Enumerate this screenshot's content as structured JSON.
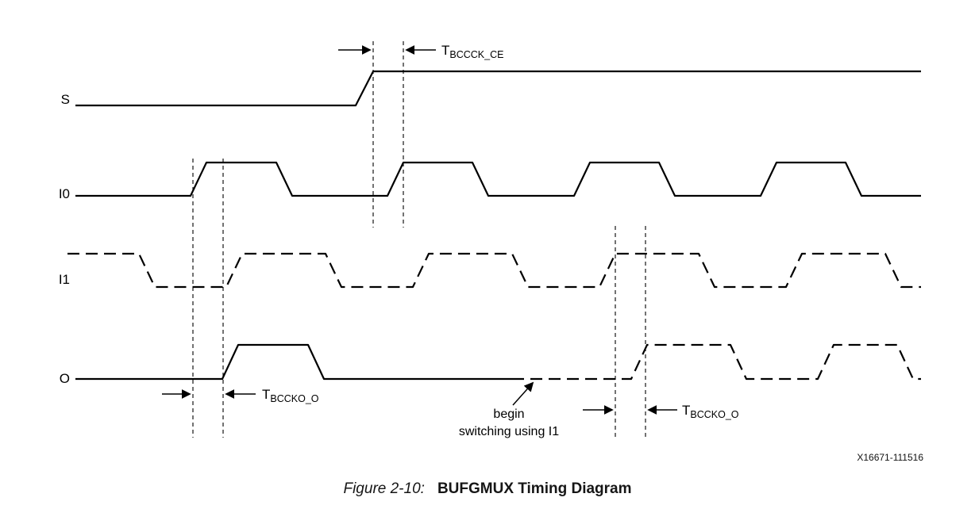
{
  "diagram": {
    "signals": {
      "s": "S",
      "i0": "I0",
      "i1": "I1",
      "o": "O"
    },
    "timing_labels": {
      "bccck_ce": {
        "base": "T",
        "sub": "BCCCK_CE"
      },
      "bccko_o_first": {
        "base": "T",
        "sub": "BCCKO_O"
      },
      "bccko_o_second": {
        "base": "T",
        "sub": "BCCKO_O"
      }
    },
    "notes": {
      "begin_switching_line1": "begin",
      "begin_switching_line2": "switching using I1"
    },
    "doc_number": "X16671-111516"
  },
  "caption": {
    "figure_label": "Figure 2-10:",
    "title": "BUFGMUX Timing Diagram"
  },
  "colors": {
    "waveform": "#000000",
    "text": "#161616",
    "background": "#ffffff"
  }
}
